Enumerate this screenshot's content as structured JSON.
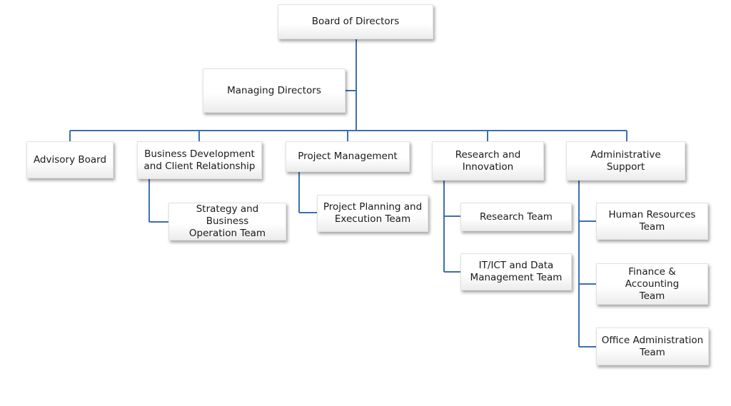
{
  "org_chart": {
    "board": "Board of Directors",
    "managing": "Managing Directors",
    "advisory": "Advisory Board",
    "bizdev": "Business Development\nand Client Relationship",
    "strategy": "Strategy and Business\nOperation Team",
    "project_mgmt": "Project Management",
    "project_planning": "Project Planning and\nExecution Team",
    "research_innovation": "Research and\nInnovation",
    "research_team": "Research Team",
    "it_ict": "IT/ICT and Data\nManagement Team",
    "admin_support": "Administrative Support",
    "hr": "Human Resources\nTeam",
    "finance": "Finance & Accounting\nTeam",
    "office_admin": "Office Administration\nTeam"
  },
  "colors": {
    "connector": "#3d6fb0"
  }
}
